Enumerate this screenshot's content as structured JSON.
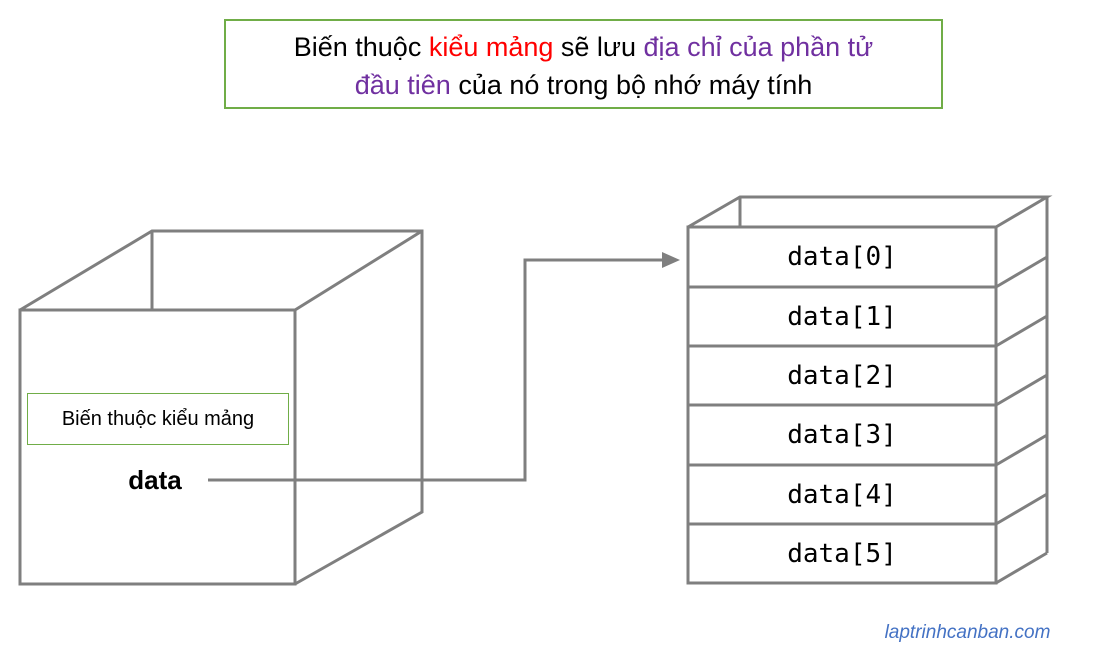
{
  "caption": {
    "t1": "Biến thuộc ",
    "t2": "kiểu mảng",
    "t3": " sẽ lưu ",
    "t4": "địa chỉ của phần tử",
    "t5": "đầu tiên",
    "t6": " của nó trong bộ nhớ máy tính"
  },
  "variable_box": {
    "label": "Biến thuộc kiểu mảng",
    "name": "data"
  },
  "array_cells": [
    "data[0]",
    "data[1]",
    "data[2]",
    "data[3]",
    "data[4]",
    "data[5]"
  ],
  "footer": "laptrinhcanban.com",
  "colors": {
    "highlight_red": "#ff0000",
    "highlight_purple": "#7030a0",
    "border_green": "#70ad47",
    "link_blue": "#4472c4",
    "line_gray": "#7f7f7f"
  }
}
